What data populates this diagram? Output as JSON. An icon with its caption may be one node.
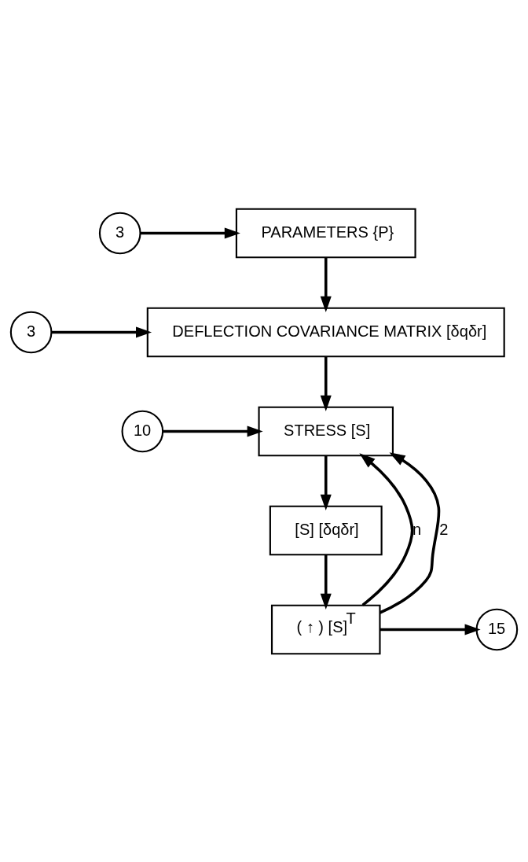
{
  "diagram": {
    "nodes": [
      {
        "text": [
          "3"
        ]
      },
      {
        "text": [
          "PARAMETERS {P}"
        ]
      },
      {
        "text": [
          "3"
        ]
      },
      {
        "text": [
          "DEFLECTION COVARIANCE MATRIX [δqδr]"
        ]
      },
      {
        "text": [
          "10"
        ]
      },
      {
        "text": [
          "STRESS [S]"
        ]
      },
      {
        "text": [
          "[S] [δqδr]"
        ]
      },
      {
        "text": [
          "( ↑ ) [S]$^{T}$"
        ]
      },
      {
        "text": [
          "15"
        ]
      }
    ],
    "edges": [
      {
        "from": 0,
        "to": 1,
        "arrow": "to"
      },
      {
        "from": 1,
        "to": 3,
        "arrow": "to"
      },
      {
        "from": 2,
        "to": 3,
        "arrow": "to"
      },
      {
        "from": 3,
        "to": 5,
        "arrow": "to"
      },
      {
        "from": 4,
        "to": 5,
        "arrow": "to"
      },
      {
        "from": 5,
        "to": 6,
        "arrow": "to"
      },
      {
        "from": 6,
        "to": 7,
        "arrow": "to"
      },
      {
        "from": 7,
        "to": 8,
        "arrow": "to"
      },
      {
        "from": 7,
        "to": 5,
        "arrow": "to",
        "label": "n"
      },
      {
        "from": 7,
        "to": 5,
        "arrow": "to",
        "label": "2"
      }
    ]
  }
}
